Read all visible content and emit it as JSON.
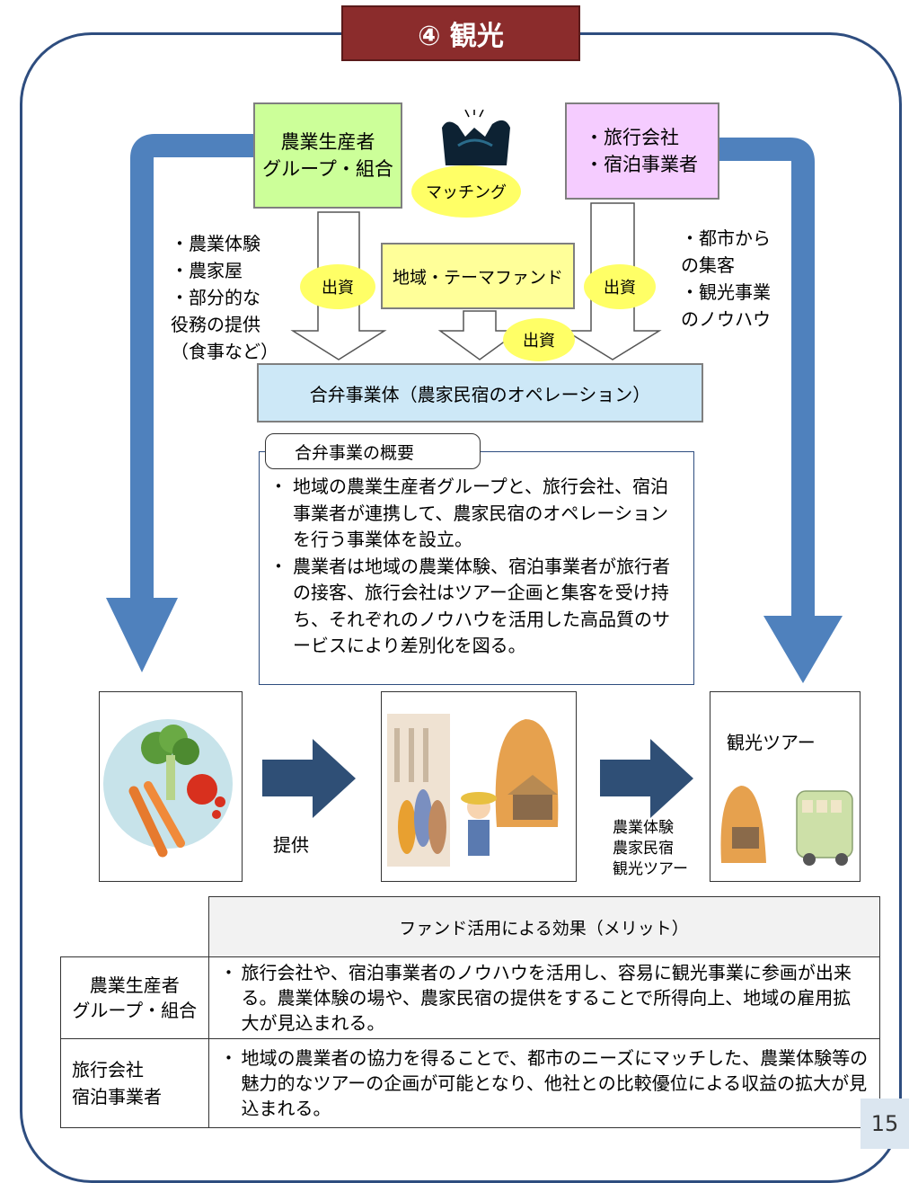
{
  "title": "④ 観光",
  "producer_box": {
    "line1": "農業生産者",
    "line2": "グループ・組合"
  },
  "travel_box": {
    "line1": "・旅行会社",
    "line2": "・宿泊事業者"
  },
  "matching": "マッチング",
  "fund_box": "地域・テーマファンド",
  "investment_label": "出資",
  "left_contribution": [
    "・農業体験",
    "・農家屋",
    "・部分的な",
    "役務の提供",
    "（食事など）"
  ],
  "right_contribution": [
    "・都市から",
    "の集客",
    "・観光事業",
    "のノウハウ"
  ],
  "joint_entity": "合弁事業体（農家民宿のオペレーション）",
  "summary": {
    "heading": "合弁事業の概要",
    "bullets": [
      "地域の農業生産者グループと、旅行会社、宿泊事業者が連携して、農家民宿のオペレーションを行う事業体を設立。",
      "農業者は地域の農業体験、宿泊事業者が旅行者の接客、旅行会社はツアー企画と集客を受け持ち、それぞれのノウハウを活用した高品質のサービスにより差別化を図る。"
    ]
  },
  "flow": {
    "provide": "提供",
    "outputs": [
      "農業体験",
      "農家民宿",
      "観光ツアー"
    ],
    "tour_label": "観光ツアー"
  },
  "effects": {
    "header": "ファンド活用による効果（メリット）",
    "rows": [
      {
        "label_lines": [
          "農業生産者",
          "グループ・組合"
        ],
        "text": "旅行会社や、宿泊事業者のノウハウを活用し、容易に観光事業に参画が出来る。農業体験の場や、農家民宿の提供をすることで所得向上、地域の雇用拡大が見込まれる。"
      },
      {
        "label_lines": [
          "旅行会社",
          "宿泊事業者"
        ],
        "text": "地域の農業者の協力を得ることで、都市のニーズにマッチした、農業体験等の魅力的なツアーの企画が可能となり、他社との比較優位による収益の拡大が見込まれる。"
      }
    ]
  },
  "page_number": "15",
  "colors": {
    "title_bg": "#8b2c2c",
    "frame": "#2e4d7f",
    "arrow_blue": "#4f81bd",
    "dark_arrow": "#2f4f76",
    "producer_bg": "#ccff99",
    "travel_bg": "#f5ccff",
    "fund_bg": "#ffff99",
    "entity_bg": "#cde8f7"
  }
}
